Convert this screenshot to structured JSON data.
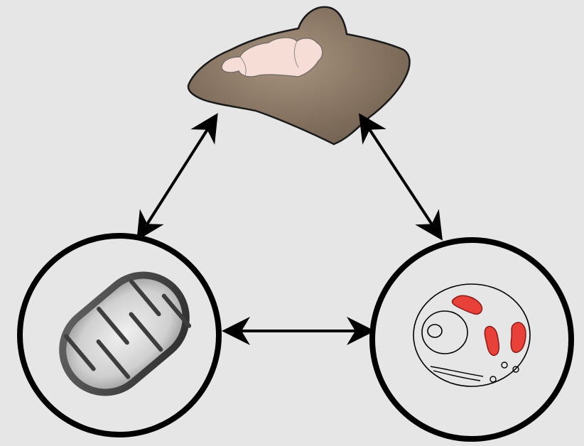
{
  "diagram": {
    "nodes": [
      {
        "id": "organism",
        "icon": "rodent-head-with-brain-icon",
        "colors": {
          "head": "#8c7a65",
          "brain": "#f6ded6"
        }
      },
      {
        "id": "organelle",
        "icon": "mitochondrion-icon",
        "colors": {
          "outer": "#3a3a3a",
          "inner": "#d8d8d8"
        }
      },
      {
        "id": "cell",
        "icon": "cell-with-mitochondria-icon",
        "colors": {
          "mitochondria": "#e8413a"
        }
      }
    ],
    "links": [
      {
        "from": "organism",
        "to": "organelle",
        "direction": "both"
      },
      {
        "from": "organism",
        "to": "cell",
        "direction": "both"
      },
      {
        "from": "organelle",
        "to": "cell",
        "direction": "both"
      }
    ],
    "colors": {
      "background": "#e6e6e6",
      "stroke": "#000000"
    }
  }
}
